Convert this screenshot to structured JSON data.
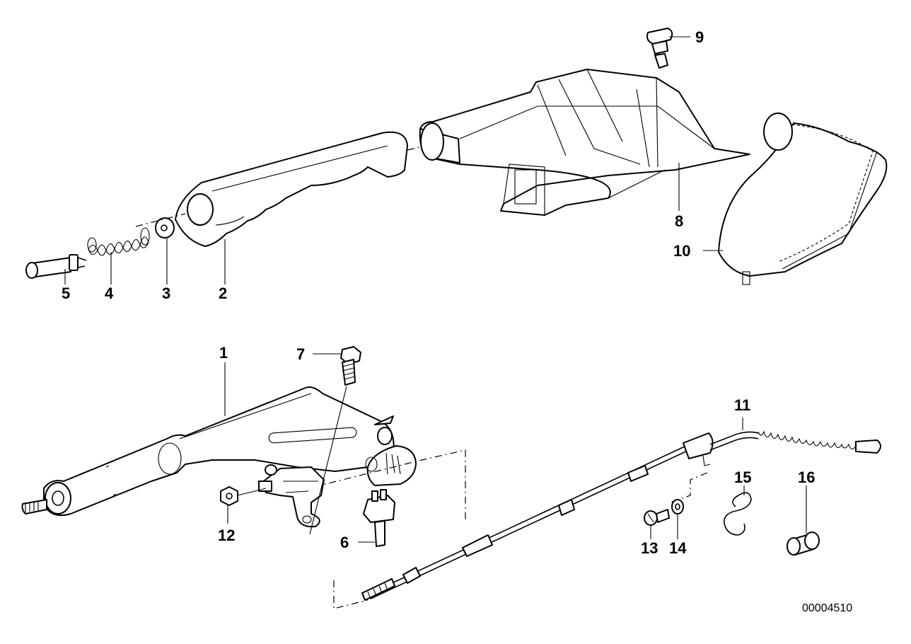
{
  "diagram": {
    "reference_number": "00004510",
    "callouts": [
      "1",
      "2",
      "3",
      "4",
      "5",
      "6",
      "7",
      "8",
      "9",
      "10",
      "11",
      "12",
      "13",
      "14",
      "15",
      "16"
    ]
  }
}
